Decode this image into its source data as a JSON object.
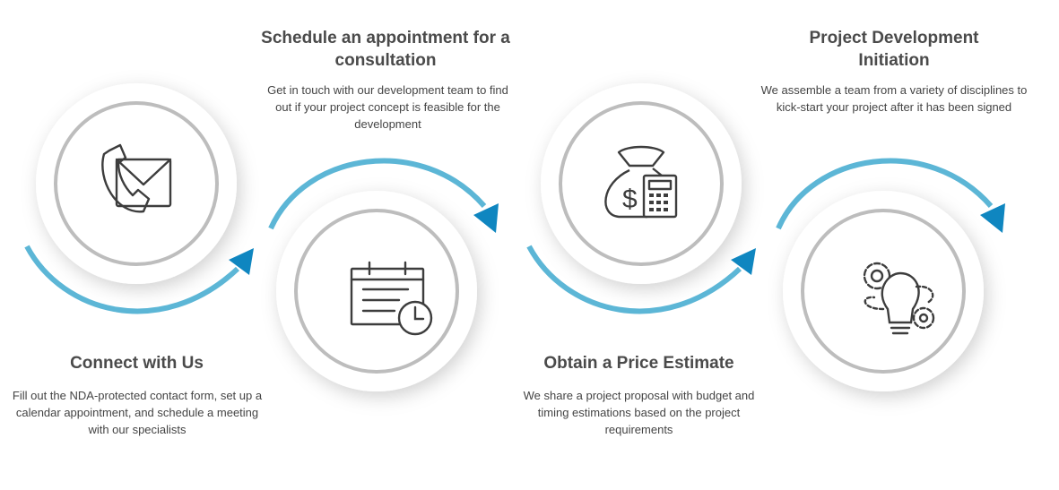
{
  "steps": [
    {
      "title": "Connect with Us",
      "description": "Fill out the NDA-protected contact form, set up a calendar appointment, and schedule a meeting with our specialists",
      "icon": "phone-envelope-icon"
    },
    {
      "title": "Schedule an appointment for a consultation",
      "description": "Get in touch with our development team to find out if your project concept is feasible for the development",
      "icon": "calendar-clock-icon"
    },
    {
      "title": "Obtain a Price Estimate",
      "description": "We share a project proposal with budget and timing estimations based on the project requirements",
      "icon": "money-bag-calculator-icon"
    },
    {
      "title": "Project Development Initiation",
      "description": "We assemble a team from a variety of disciplines to kick-start your project after it has been signed",
      "icon": "gears-lightbulb-icon"
    }
  ],
  "colors": {
    "arrow": "#5cb6d6",
    "arrow_head": "#0f86c0",
    "circle_ring": "#bdbdbd",
    "icon_stroke": "#3d3d3d",
    "title_text": "#4a4a4a"
  }
}
